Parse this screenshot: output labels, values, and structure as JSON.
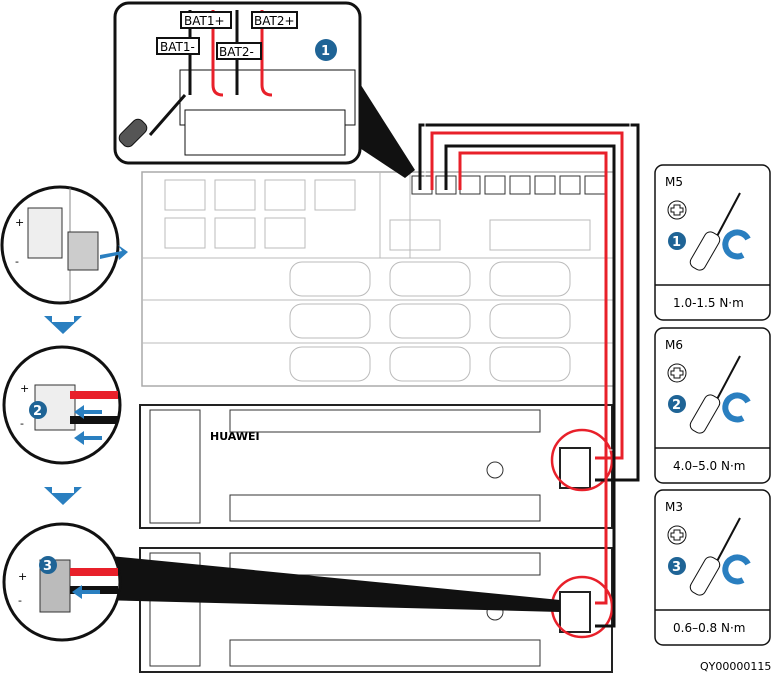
{
  "inset_labels": {
    "bat1_minus": "BAT1-",
    "bat1_plus": "BAT1+",
    "bat2_minus": "BAT2-",
    "bat2_plus": "BAT2+"
  },
  "steps": [
    "1",
    "2",
    "3"
  ],
  "brand": "HUAWEI",
  "tools": [
    {
      "screw": "M5",
      "step": "1",
      "torque": "1.0-1.5 N·m",
      "icon": "phillips-screwdriver-icon"
    },
    {
      "screw": "M6",
      "step": "2",
      "torque": "4.0–5.0 N·m",
      "icon": "phillips-screwdriver-icon"
    },
    {
      "screw": "M3",
      "step": "3",
      "torque": "0.6–0.8 N·m",
      "icon": "phillips-screwdriver-icon"
    }
  ],
  "polarity": {
    "plus": "+",
    "minus": "-"
  },
  "figure_code": "QY00000115",
  "colors": {
    "positive_cable": "#e8202a",
    "negative_cable": "#111111",
    "step_badge": "#1f6496",
    "arrow": "#2a7fc0",
    "equipment_outline": "#bbbbbb"
  }
}
